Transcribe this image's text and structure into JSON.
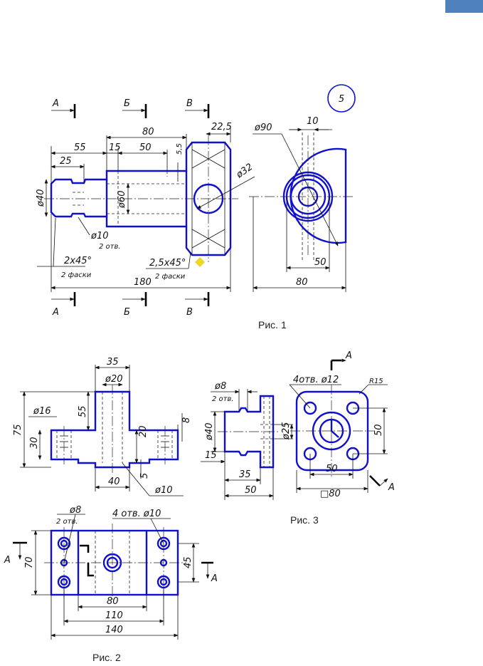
{
  "badge": {
    "number": "5"
  },
  "fig1": {
    "caption": "Рис. 1",
    "section_marks": [
      "А",
      "Б",
      "В"
    ],
    "dims": {
      "d80": "80",
      "d22_5": "22,5",
      "d55": "55",
      "d15": "15",
      "d50": "50",
      "d5_5": "5,5",
      "d25": "25",
      "phi40": "ø40",
      "phi60": "ø60",
      "phi32": "ø32",
      "phi10": "ø10",
      "holes2": "2 отв.",
      "ch2x45": "2x45°",
      "chamf2": "2 фаски",
      "ch25x45": "2,5x45°",
      "d180": "180",
      "phi90": "ø90",
      "d10": "10",
      "d50b": "50",
      "d80b": "80"
    }
  },
  "fig2": {
    "caption": "Рис. 2",
    "section_mark": "А",
    "dims": {
      "d35": "35",
      "phi20": "ø20",
      "d75": "75",
      "phi16": "ø16",
      "d55": "55",
      "d8": "8",
      "d30": "30",
      "d20": "20",
      "d5": "5",
      "d40": "40",
      "phi10": "ø10",
      "phi8": "ø8",
      "holes2": "2 отв.",
      "holes4": "4 отв. ø10",
      "d70": "70",
      "d45": "45",
      "d80": "80",
      "d110": "110",
      "d140": "140"
    }
  },
  "fig3": {
    "caption": "Рис. 3",
    "section_mark": "А",
    "dims": {
      "phi8": "ø8",
      "holes2": "2 отв.",
      "holes4": "4отв. ø12",
      "r15": "R15",
      "phi40": "ø40",
      "phi25": "ø25",
      "d15": "15",
      "d35": "35",
      "d50": "50",
      "d50v": "50",
      "d50h": "50",
      "sq80": "□80"
    }
  },
  "colors": {
    "object": "#1010d0",
    "tab": "#4f81bd",
    "marker": "#e8d000"
  }
}
